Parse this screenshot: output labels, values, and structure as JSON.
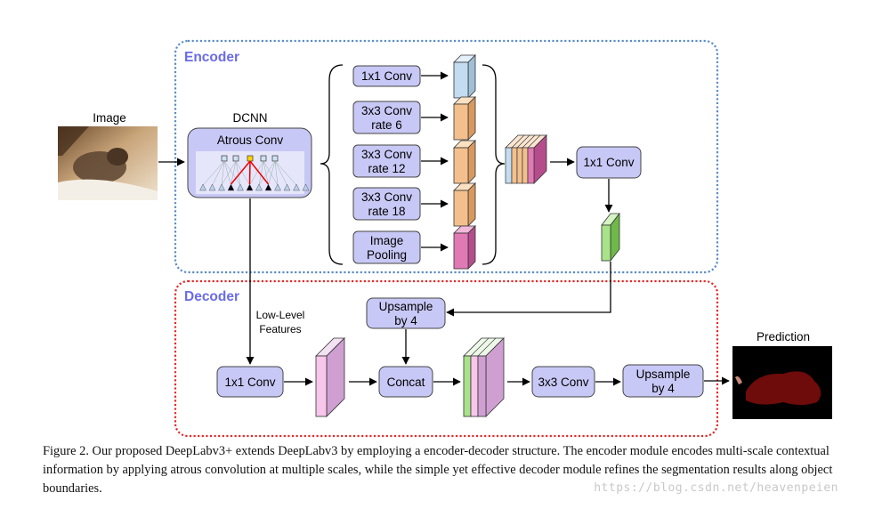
{
  "sections": {
    "encoder": "Encoder",
    "decoder": "Decoder"
  },
  "labels": {
    "image": "Image",
    "dcnn": "DCNN",
    "atrous_conv": "Atrous Conv",
    "low_level_1": "Low-Level",
    "low_level_2": "Features",
    "prediction": "Prediction"
  },
  "aspp": [
    {
      "line1": "1x1 Conv",
      "line2": ""
    },
    {
      "line1": "3x3 Conv",
      "line2": "rate 6"
    },
    {
      "line1": "3x3 Conv",
      "line2": "rate 12"
    },
    {
      "line1": "3x3 Conv",
      "line2": "rate 18"
    },
    {
      "line1": "Image",
      "line2": "Pooling"
    }
  ],
  "encoder_conv": "1x1 Conv",
  "decoder_boxes": {
    "upsample_top_1": "Upsample",
    "upsample_top_2": "by 4",
    "conv1x1": "1x1 Conv",
    "concat": "Concat",
    "conv3x3": "3x3 Conv",
    "upsample_out_1": "Upsample",
    "upsample_out_2": "by 4"
  },
  "caption": "Figure 2. Our proposed DeepLabv3+ extends DeepLabv3 by employing a encoder-decoder structure. The encoder module encodes multi-scale contextual information by applying atrous convolution at multiple scales, while the simple yet effective decoder module refines the segmentation results along object boundaries.",
  "watermark": "https://blog.csdn.net/heavenpeien",
  "colors": {
    "encoder_border": "#5b8cc4",
    "decoder_border": "#e02a2a",
    "section_title": "#6b6bea",
    "box_fill": "#c8c8f6",
    "feat_blue": "#c3dcf0",
    "feat_orange": "#f3c08d",
    "feat_pink": "#e07ab5",
    "feat_green": "#a8e38a",
    "feat_purple": "#cf9fd2",
    "feat_lightpink": "#f8c6ea"
  }
}
